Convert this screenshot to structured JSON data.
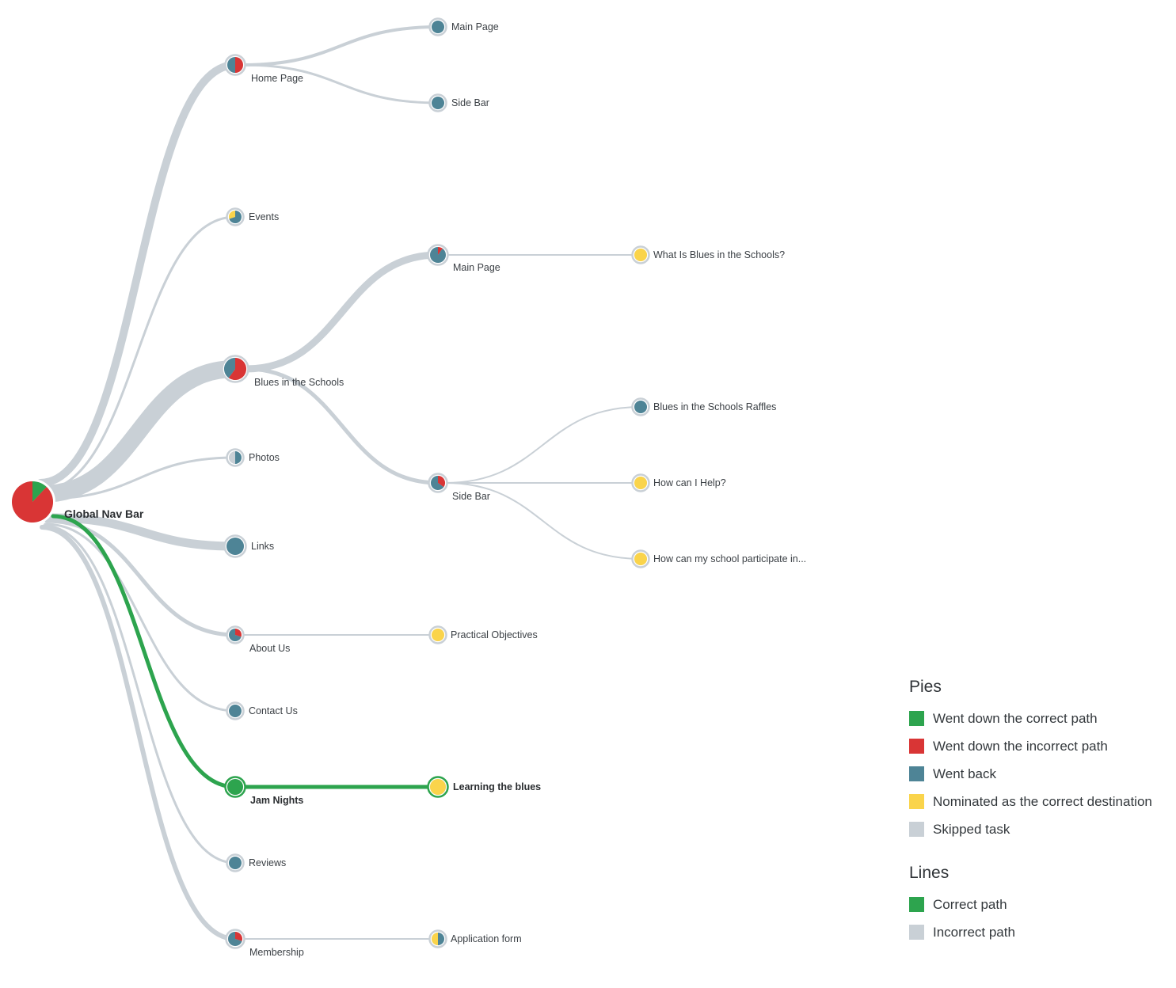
{
  "colors": {
    "correct": "#2da44e",
    "incorrect": "#d93535",
    "back": "#4e8496",
    "nominated": "#fad44b",
    "skipped": "#c9d0d6",
    "line_incorrect": "#c9d0d6",
    "line_correct": "#2da44e"
  },
  "nodes": [
    {
      "id": "root",
      "label": "Global Nav Bar",
      "parent": null,
      "pie": {
        "correct": 0.12,
        "incorrect": 0.88,
        "back": 0,
        "nominated": 0
      },
      "bold": true
    },
    {
      "id": "home",
      "label": "Home Page",
      "parent": "root",
      "pie": {
        "correct": 0,
        "incorrect": 0.5,
        "back": 0.5,
        "nominated": 0
      }
    },
    {
      "id": "home_main",
      "label": "Main Page",
      "parent": "home",
      "pie": {
        "correct": 0,
        "incorrect": 0,
        "back": 1,
        "nominated": 0
      }
    },
    {
      "id": "home_side",
      "label": "Side Bar",
      "parent": "home",
      "pie": {
        "correct": 0,
        "incorrect": 0,
        "back": 1,
        "nominated": 0
      }
    },
    {
      "id": "events",
      "label": "Events",
      "parent": "root",
      "pie": {
        "correct": 0,
        "incorrect": 0,
        "back": 0.7,
        "nominated": 0.3
      }
    },
    {
      "id": "bits",
      "label": "Blues in the Schools",
      "parent": "root",
      "pie": {
        "correct": 0,
        "incorrect": 0.6,
        "back": 0.4,
        "nominated": 0
      }
    },
    {
      "id": "bits_main",
      "label": "Main Page",
      "parent": "bits",
      "pie": {
        "correct": 0,
        "incorrect": 0.1,
        "back": 0.9,
        "nominated": 0
      }
    },
    {
      "id": "what_is",
      "label": "What Is Blues in the Schools?",
      "parent": "bits_main",
      "pie": {
        "correct": 0,
        "incorrect": 0,
        "back": 0,
        "nominated": 1
      }
    },
    {
      "id": "bits_side",
      "label": "Side Bar",
      "parent": "bits",
      "pie": {
        "correct": 0,
        "incorrect": 0.35,
        "back": 0.65,
        "nominated": 0
      }
    },
    {
      "id": "raffles",
      "label": "Blues in the Schools Raffles",
      "parent": "bits_side",
      "pie": {
        "correct": 0,
        "incorrect": 0,
        "back": 1,
        "nominated": 0
      }
    },
    {
      "id": "help",
      "label": "How can I Help?",
      "parent": "bits_side",
      "pie": {
        "correct": 0,
        "incorrect": 0,
        "back": 0,
        "nominated": 1
      }
    },
    {
      "id": "participate",
      "label": "How can my school participate in...",
      "parent": "bits_side",
      "pie": {
        "correct": 0,
        "incorrect": 0,
        "back": 0,
        "nominated": 1
      }
    },
    {
      "id": "photos",
      "label": "Photos",
      "parent": "root",
      "pie": {
        "correct": 0,
        "incorrect": 0,
        "back": 0.5,
        "nominated": 0
      }
    },
    {
      "id": "links",
      "label": "Links",
      "parent": "root",
      "pie": {
        "correct": 0,
        "incorrect": 0,
        "back": 1,
        "nominated": 0
      }
    },
    {
      "id": "about",
      "label": "About Us",
      "parent": "root",
      "pie": {
        "correct": 0,
        "incorrect": 0.3,
        "back": 0.7,
        "nominated": 0
      }
    },
    {
      "id": "objectives",
      "label": "Practical Objectives",
      "parent": "about",
      "pie": {
        "correct": 0,
        "incorrect": 0,
        "back": 0,
        "nominated": 1
      }
    },
    {
      "id": "contact",
      "label": "Contact Us",
      "parent": "root",
      "pie": {
        "correct": 0,
        "incorrect": 0,
        "back": 1,
        "nominated": 0
      }
    },
    {
      "id": "jam",
      "label": "Jam Nights",
      "parent": "root",
      "pie": {
        "correct": 1,
        "incorrect": 0,
        "back": 0,
        "nominated": 0
      },
      "bold": true
    },
    {
      "id": "learning",
      "label": "Learning the blues",
      "parent": "jam",
      "pie": {
        "correct": 0,
        "incorrect": 0,
        "back": 0,
        "nominated": 1
      },
      "bold": true
    },
    {
      "id": "reviews",
      "label": "Reviews",
      "parent": "root",
      "pie": {
        "correct": 0,
        "incorrect": 0,
        "back": 1,
        "nominated": 0
      }
    },
    {
      "id": "membership",
      "label": "Membership",
      "parent": "root",
      "pie": {
        "correct": 0,
        "incorrect": 0.3,
        "back": 0.7,
        "nominated": 0
      }
    },
    {
      "id": "application",
      "label": "Application form",
      "parent": "membership",
      "pie": {
        "correct": 0,
        "incorrect": 0,
        "back": 0.5,
        "nominated": 0.5
      }
    }
  ],
  "legend": {
    "pies_title": "Pies",
    "pies": [
      {
        "label": "Went down the correct path",
        "color": "#2da44e"
      },
      {
        "label": "Went down the incorrect path",
        "color": "#d93535"
      },
      {
        "label": "Went back",
        "color": "#4e8496"
      },
      {
        "label": "Nominated as the correct destination",
        "color": "#fad44b"
      },
      {
        "label": "Skipped task",
        "color": "#c9d0d6"
      }
    ],
    "lines_title": "Lines",
    "lines": [
      {
        "label": "Correct path",
        "color": "#2da44e"
      },
      {
        "label": "Incorrect path",
        "color": "#c9d0d6"
      }
    ]
  }
}
